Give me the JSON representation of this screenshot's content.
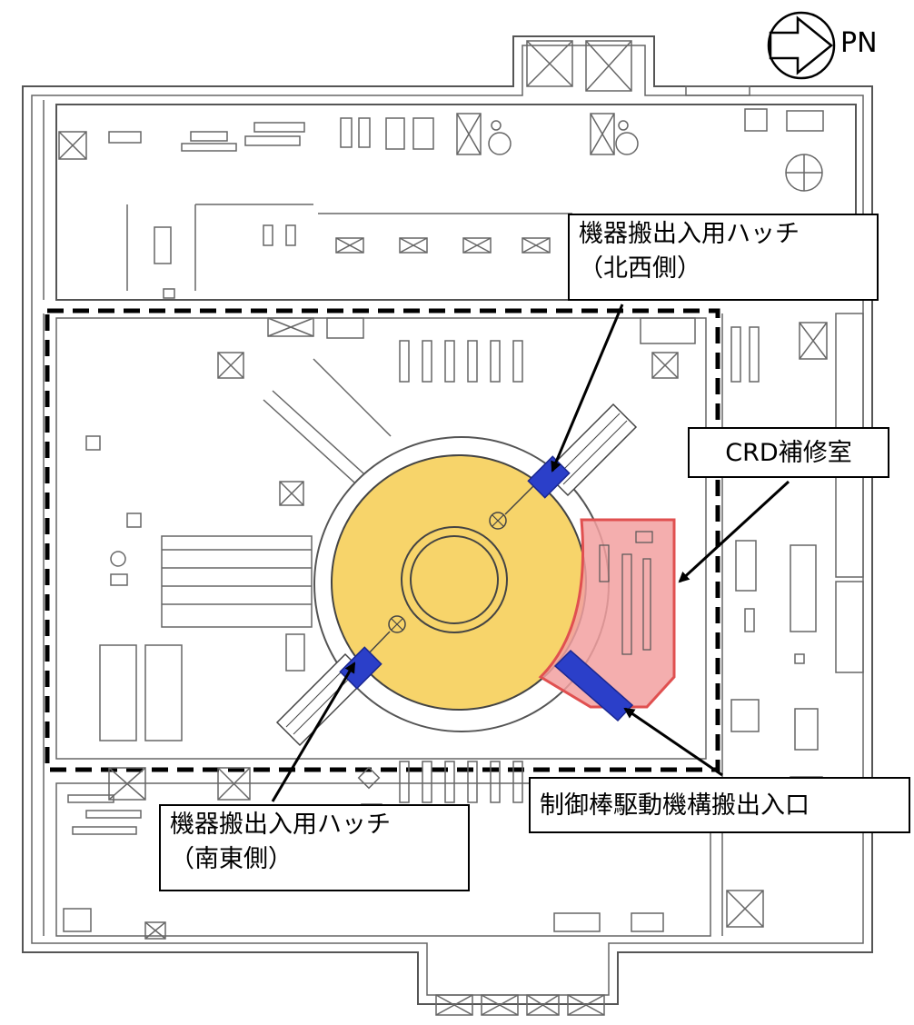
{
  "north_indicator": {
    "label": "PN"
  },
  "labels": {
    "hatch_northwest": {
      "line1": "機器搬出入用ハッチ",
      "line2": "（北西側）"
    },
    "crd_repair_room": {
      "text": "CRD補修室"
    },
    "crd_entrance": {
      "text": "制御棒駆動機構搬出入口"
    },
    "hatch_southeast": {
      "line1": "機器搬出入用ハッチ",
      "line2": "（南東側）"
    }
  },
  "colors": {
    "reactor_area": "#f7d46a",
    "crd_room_fill": "#f2a0a0",
    "crd_room_stroke": "#e05050",
    "hatch": "#2b3fc9",
    "boundary_dash": "#000000",
    "walls": "#555555"
  },
  "icons": [
    "compass-arrow-icon"
  ]
}
